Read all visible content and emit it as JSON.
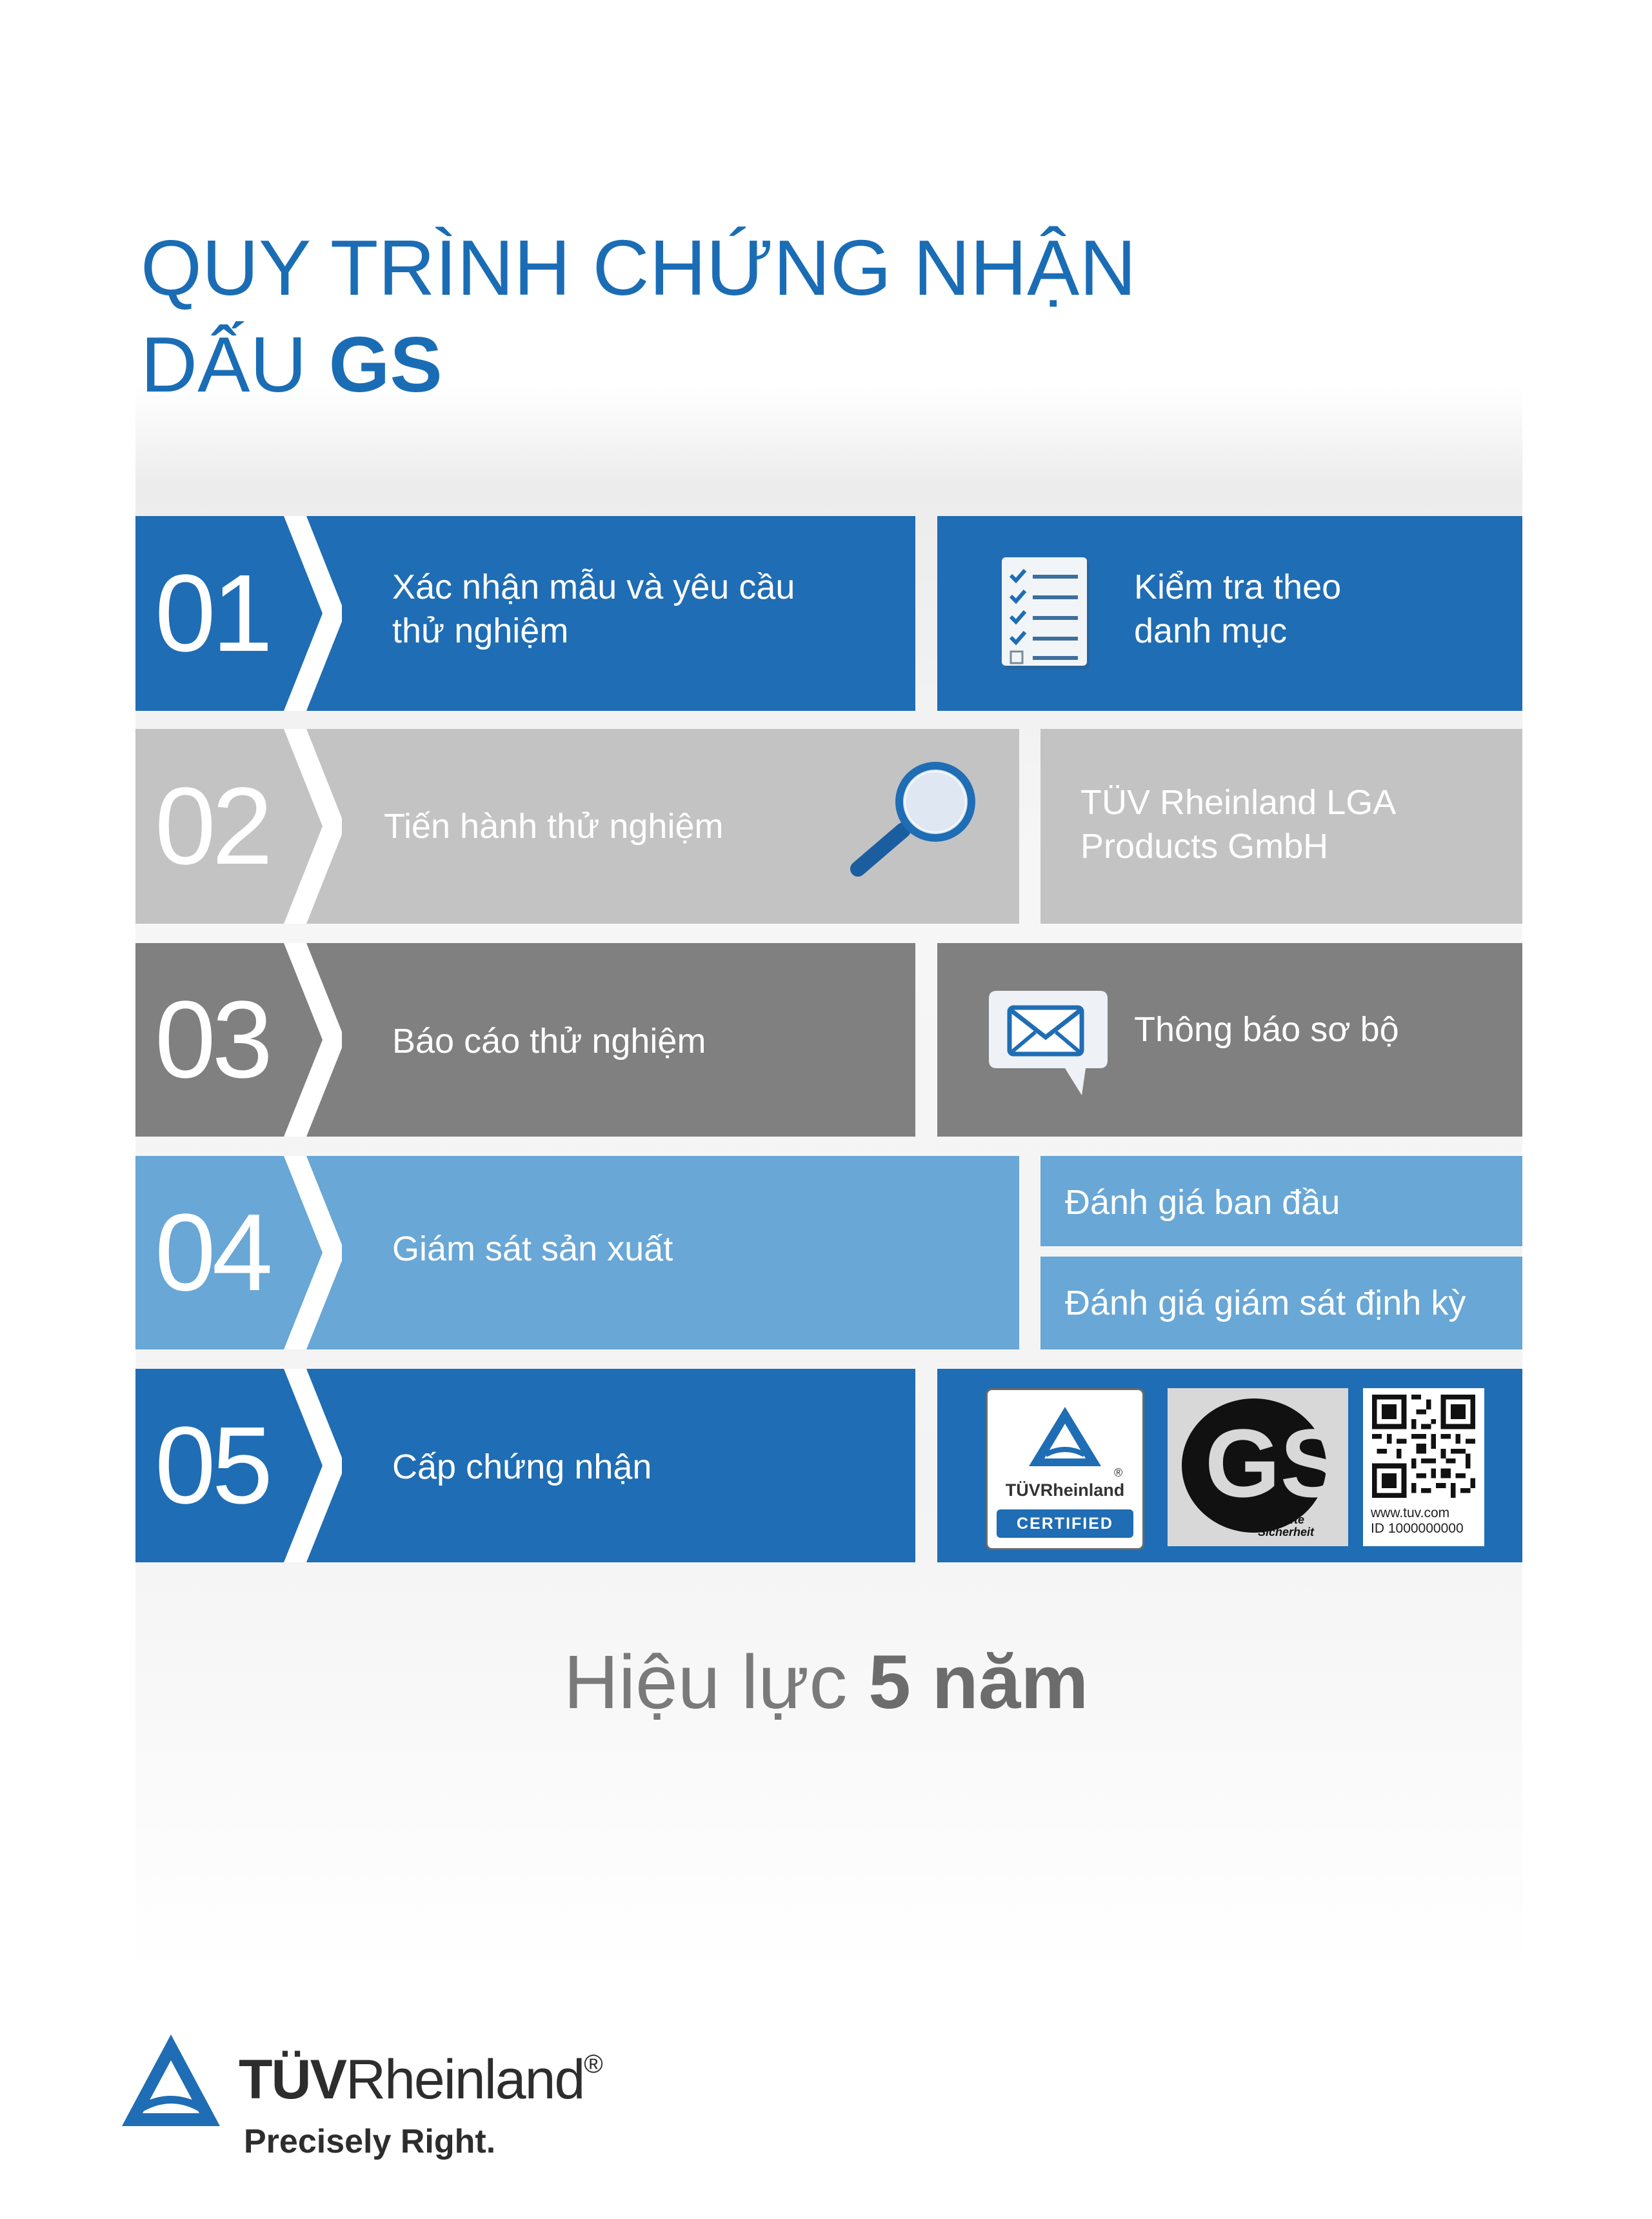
{
  "title": {
    "line1": "QUY TRÌNH CHỨNG NHẬN",
    "line2_prefix": "DẤU ",
    "line2_bold": "GS"
  },
  "steps": [
    {
      "number": "01",
      "label_line1": "Xác nhận mẫu và yêu cầu",
      "label_line2": "thử nghiệm",
      "detail_line1": "Kiểm tra theo",
      "detail_line2": "danh mục",
      "icon": "checklist-icon"
    },
    {
      "number": "02",
      "label": "Tiến hành thử nghiệm",
      "detail_line1": "TÜV Rheinland LGA",
      "detail_line2": "Products GmbH",
      "icon": "magnifier-icon"
    },
    {
      "number": "03",
      "label": "Báo cáo thử nghiệm",
      "detail": "Thông báo sơ bộ",
      "icon": "envelope-icon"
    },
    {
      "number": "04",
      "label": "Giám sát sản xuất",
      "detail_a": "Đánh giá ban đầu",
      "detail_b": "Đánh giá giám sát định kỳ"
    },
    {
      "number": "05",
      "label": "Cấp chứng nhận"
    }
  ],
  "badges": {
    "tuv_name": "TÜVRheinland",
    "tuv_reg": "®",
    "tuv_certified": "CERTIFIED",
    "gs_text": "GS",
    "gs_line1": "geprüfte",
    "gs_line2": "Sicherheit",
    "qr_url": "www.tuv.com",
    "qr_id": "ID 1000000000"
  },
  "validity": {
    "prefix": "Hiệu lực ",
    "bold": "5 năm"
  },
  "brand": {
    "name_bold": "TÜV",
    "name_light": "Rheinland",
    "reg": "®",
    "slogan": "Precisely Right."
  },
  "colors": {
    "title": "#1a6db5",
    "step1": "#1f6db4",
    "step2": "#c3c3c3",
    "step3": "#808080",
    "step4": "#68a7d6",
    "step5": "#1f6db4"
  }
}
